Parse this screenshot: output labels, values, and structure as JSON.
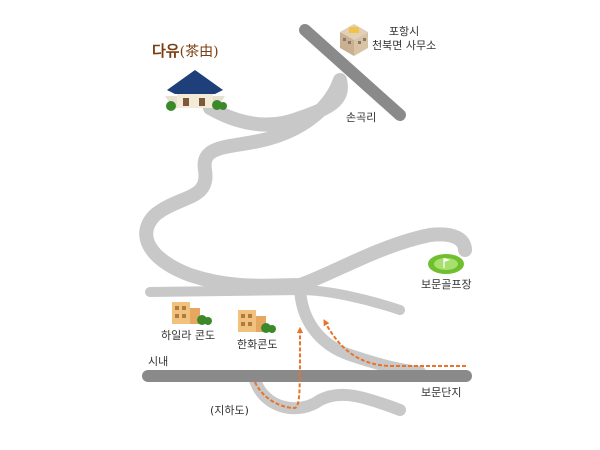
{
  "title": {
    "korean": "다유",
    "hanja": "(茶由)"
  },
  "places": {
    "office": {
      "line1": "포항시",
      "line2": "천북면 사무소"
    },
    "songok": "손곡리",
    "golf": "보문골프장",
    "hilla": "하일라 콘도",
    "hanwha": "한화콘도",
    "city": "시내",
    "bomun": "보문단지",
    "underpass": "(지하도)"
  },
  "icons": [
    "traditional-house-icon",
    "office-building-icon",
    "golf-course-icon",
    "condo-building-icon"
  ],
  "colors": {
    "road": "#c8c8c8",
    "main_road": "#8a8a8a",
    "route": "#e8732a",
    "roof": "#1f3f7a",
    "golf_green": "#6fbf2e",
    "building": "#f1c27d",
    "tree": "#3a8a2a",
    "title": "#7a3e10"
  }
}
